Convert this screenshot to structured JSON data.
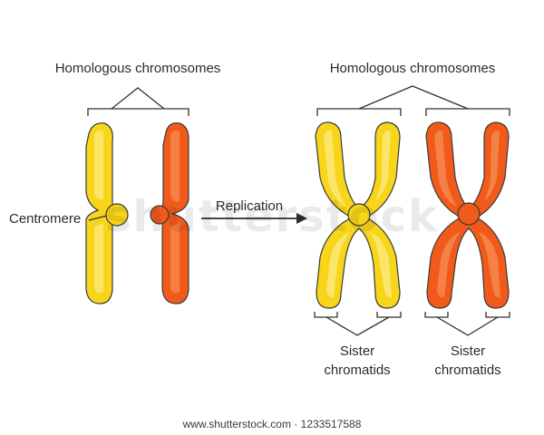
{
  "labels": {
    "homologous_left": "Homologous chromosomes",
    "homologous_right": "Homologous chromosomes",
    "centromere": "Centromere",
    "replication": "Replication",
    "sister_left_line1": "Sister",
    "sister_left_line2": "chromatids",
    "sister_right_line1": "Sister",
    "sister_right_line2": "chromatids"
  },
  "watermark": "shutterstock",
  "footer_url": "www.shutterstock.com · 1233517588",
  "colors": {
    "yellow": "#f7d51a",
    "yellow_light": "#fbe97a",
    "yellow_dark": "#e8b90f",
    "orange": "#f25a1b",
    "orange_light": "#f58a4e",
    "orange_dark": "#d9430f",
    "outline": "#3a3a3a"
  }
}
